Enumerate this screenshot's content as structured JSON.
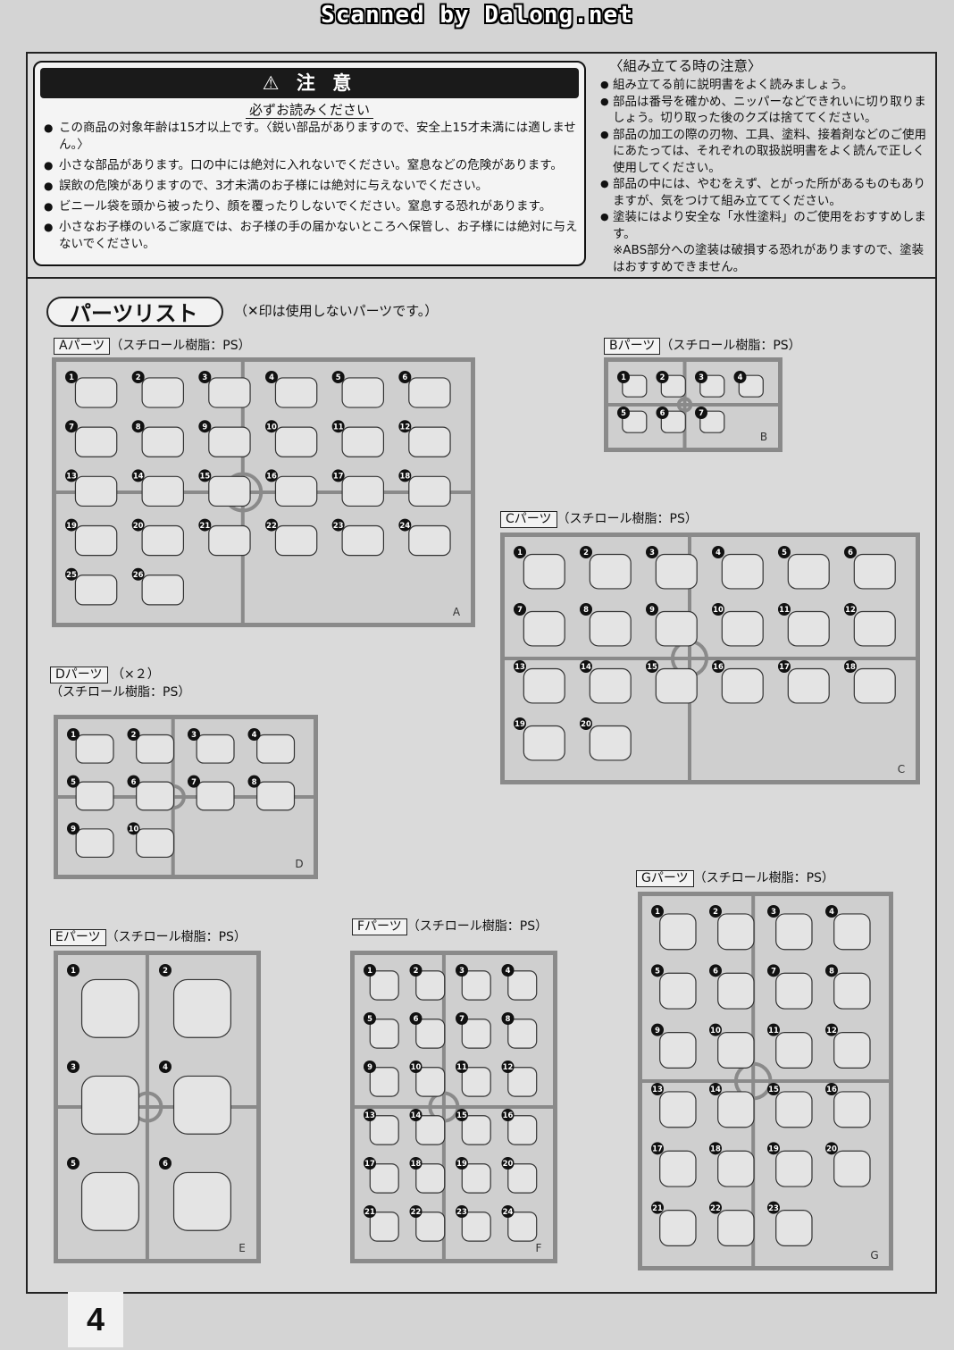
{
  "scanner_credit": "Scanned by Dalong.net",
  "caution": {
    "title": "⚠ 注 意",
    "subtitle": "必ずお読みください",
    "items": [
      "この商品の対象年齢は15才以上です。〈鋭い部品がありますので、安全上15才未満には適しません。〉",
      "小さな部品があります。口の中には絶対に入れないでください。窒息などの危険があります。",
      "誤飲の危険がありますので、3才未満のお子様には絶対に与えないでください。",
      "ビニール袋を頭から被ったり、顔を覆ったりしないでください。窒息する恐れがあります。",
      "小さなお子様のいるご家庭では、お子様の手の届かないところへ保管し、お子様には絶対に与えないでください。"
    ]
  },
  "assembly": {
    "title": "〈組み立てる時の注意〉",
    "items": [
      "組み立てる前に説明書をよく読みましょう。",
      "部品は番号を確かめ、ニッパーなどできれいに切り取りましょう。切り取った後のクズは捨ててください。",
      "部品の加工の際の刃物、工具、塗料、接着剤などのご使用にあたっては、それぞれの取扱説明書をよく読んで正しく使用してください。",
      "部品の中には、やむをえず、とがった所があるものもありますが、気をつけて組み立ててください。",
      "塗装にはより安全な「水性塗料」のご使用をおすすめします。"
    ],
    "note": "※ABS部分への塗装は破損する恐れがありますので、塗装はおすすめできません。"
  },
  "parts_list": {
    "title": "パーツリスト",
    "note": "（✕印は使用しないパーツです。）",
    "plates": [
      {
        "id": "A",
        "label": "Aパーツ",
        "material": "（スチロール樹脂：PS）",
        "count": "",
        "parts": [
          "1",
          "2",
          "3",
          "4",
          "5",
          "6",
          "7",
          "8",
          "9",
          "10",
          "11",
          "12",
          "13",
          "14",
          "15",
          "16",
          "17",
          "18",
          "19",
          "20",
          "21",
          "22",
          "23",
          "24",
          "25",
          "26"
        ]
      },
      {
        "id": "B",
        "label": "Bパーツ",
        "material": "（スチロール樹脂：PS）",
        "count": "",
        "parts": [
          "1",
          "2",
          "3",
          "4",
          "5",
          "6",
          "7"
        ]
      },
      {
        "id": "C",
        "label": "Cパーツ",
        "material": "（スチロール樹脂：PS）",
        "count": "",
        "parts": [
          "1",
          "2",
          "3",
          "4",
          "5",
          "6",
          "7",
          "8",
          "9",
          "10",
          "11",
          "12",
          "13",
          "14",
          "15",
          "16",
          "17",
          "18",
          "19",
          "20"
        ]
      },
      {
        "id": "D",
        "label": "Dパーツ",
        "material": "（スチロール樹脂：PS）",
        "count": "（×２）",
        "parts": [
          "1",
          "2",
          "3",
          "4",
          "5",
          "6",
          "7",
          "8",
          "9",
          "10"
        ]
      },
      {
        "id": "E",
        "label": "Eパーツ",
        "material": "（スチロール樹脂：PS）",
        "count": "",
        "parts": [
          "1",
          "2",
          "3",
          "4",
          "5",
          "6"
        ]
      },
      {
        "id": "F",
        "label": "Fパーツ",
        "material": "（スチロール樹脂：PS）",
        "count": "",
        "parts": [
          "1",
          "2",
          "3",
          "4",
          "5",
          "6",
          "7",
          "8",
          "9",
          "10",
          "11",
          "12",
          "13",
          "14",
          "15",
          "16",
          "17",
          "18",
          "19",
          "20",
          "21",
          "22",
          "23",
          "24"
        ]
      },
      {
        "id": "G",
        "label": "Gパーツ",
        "material": "（スチロール樹脂：PS）",
        "count": "",
        "parts": [
          "1",
          "2",
          "3",
          "4",
          "5",
          "6",
          "7",
          "8",
          "9",
          "10",
          "11",
          "12",
          "13",
          "14",
          "15",
          "16",
          "17",
          "18",
          "19",
          "20",
          "21",
          "22",
          "23"
        ]
      }
    ]
  },
  "page_number": "4"
}
